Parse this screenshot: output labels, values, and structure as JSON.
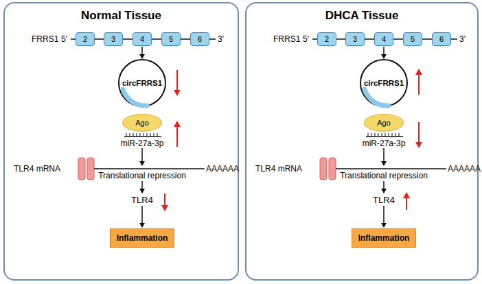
{
  "diagram": {
    "nodes": [
      {
        "text": [
          "Normal Tissue"
        ]
      },
      {
        "text": [
          "2"
        ],
        "in": 0
      },
      {
        "text": [
          "3"
        ],
        "in": 0
      },
      {
        "text": [
          "4"
        ],
        "in": 0
      },
      {
        "text": [
          "5"
        ],
        "in": 0
      },
      {
        "text": [
          "6"
        ],
        "in": 0
      },
      {
        "text": [
          "circFRRS1"
        ],
        "in": 0
      },
      {
        "text": [
          "Ago"
        ],
        "in": 0
      },
      {
        "text": [
          "Inflammation"
        ],
        "in": 0
      },
      {
        "text": [
          "DHCA Tissue"
        ]
      },
      {
        "text": [
          "2"
        ],
        "in": 9
      },
      {
        "text": [
          "3"
        ],
        "in": 9
      },
      {
        "text": [
          "4"
        ],
        "in": 9
      },
      {
        "text": [
          "5"
        ],
        "in": 9
      },
      {
        "text": [
          "6"
        ],
        "in": 9
      },
      {
        "text": [
          "circFRRS1"
        ],
        "in": 9
      },
      {
        "text": [
          "Ago"
        ],
        "in": 9
      },
      {
        "text": [
          "Inflammation"
        ],
        "in": 9
      }
    ],
    "edges": [
      {
        "from": 3,
        "to": 6,
        "arrow": "to"
      },
      {
        "from": 12,
        "to": 15,
        "arrow": "to"
      }
    ],
    "labels": [
      "FRRS1",
      "5'",
      "3'",
      "miR-27a-3p",
      "TLR4 mRNA",
      "Translational repression",
      "AAAAAA",
      "TLR4",
      "FRRS1",
      "5'",
      "3'",
      "miR-27a-3p",
      "TLR4 mRNA",
      "Translational repression",
      "AAAAAA",
      "TLR4"
    ]
  }
}
